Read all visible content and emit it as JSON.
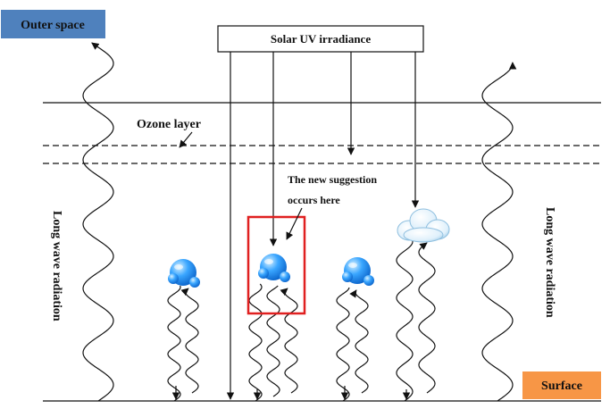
{
  "labels": {
    "outer_space": "Outer space",
    "solar_uv": "Solar UV irradiance",
    "ozone_layer": "Ozone layer",
    "suggestion_line1": "The new suggestion",
    "suggestion_line2": "occurs here",
    "long_wave_left": "Long wave radiation",
    "long_wave_right": "Long wave radiation",
    "surface": "Surface"
  },
  "colors": {
    "outer_space_box": "#4f81bd",
    "surface_box": "#f79646",
    "highlight_box": "#e02020",
    "droplet": "#1e90ff",
    "cloud": "#b8dcf2"
  },
  "icons": {
    "droplet": "water-droplet-icon",
    "cloud": "cloud-icon"
  }
}
